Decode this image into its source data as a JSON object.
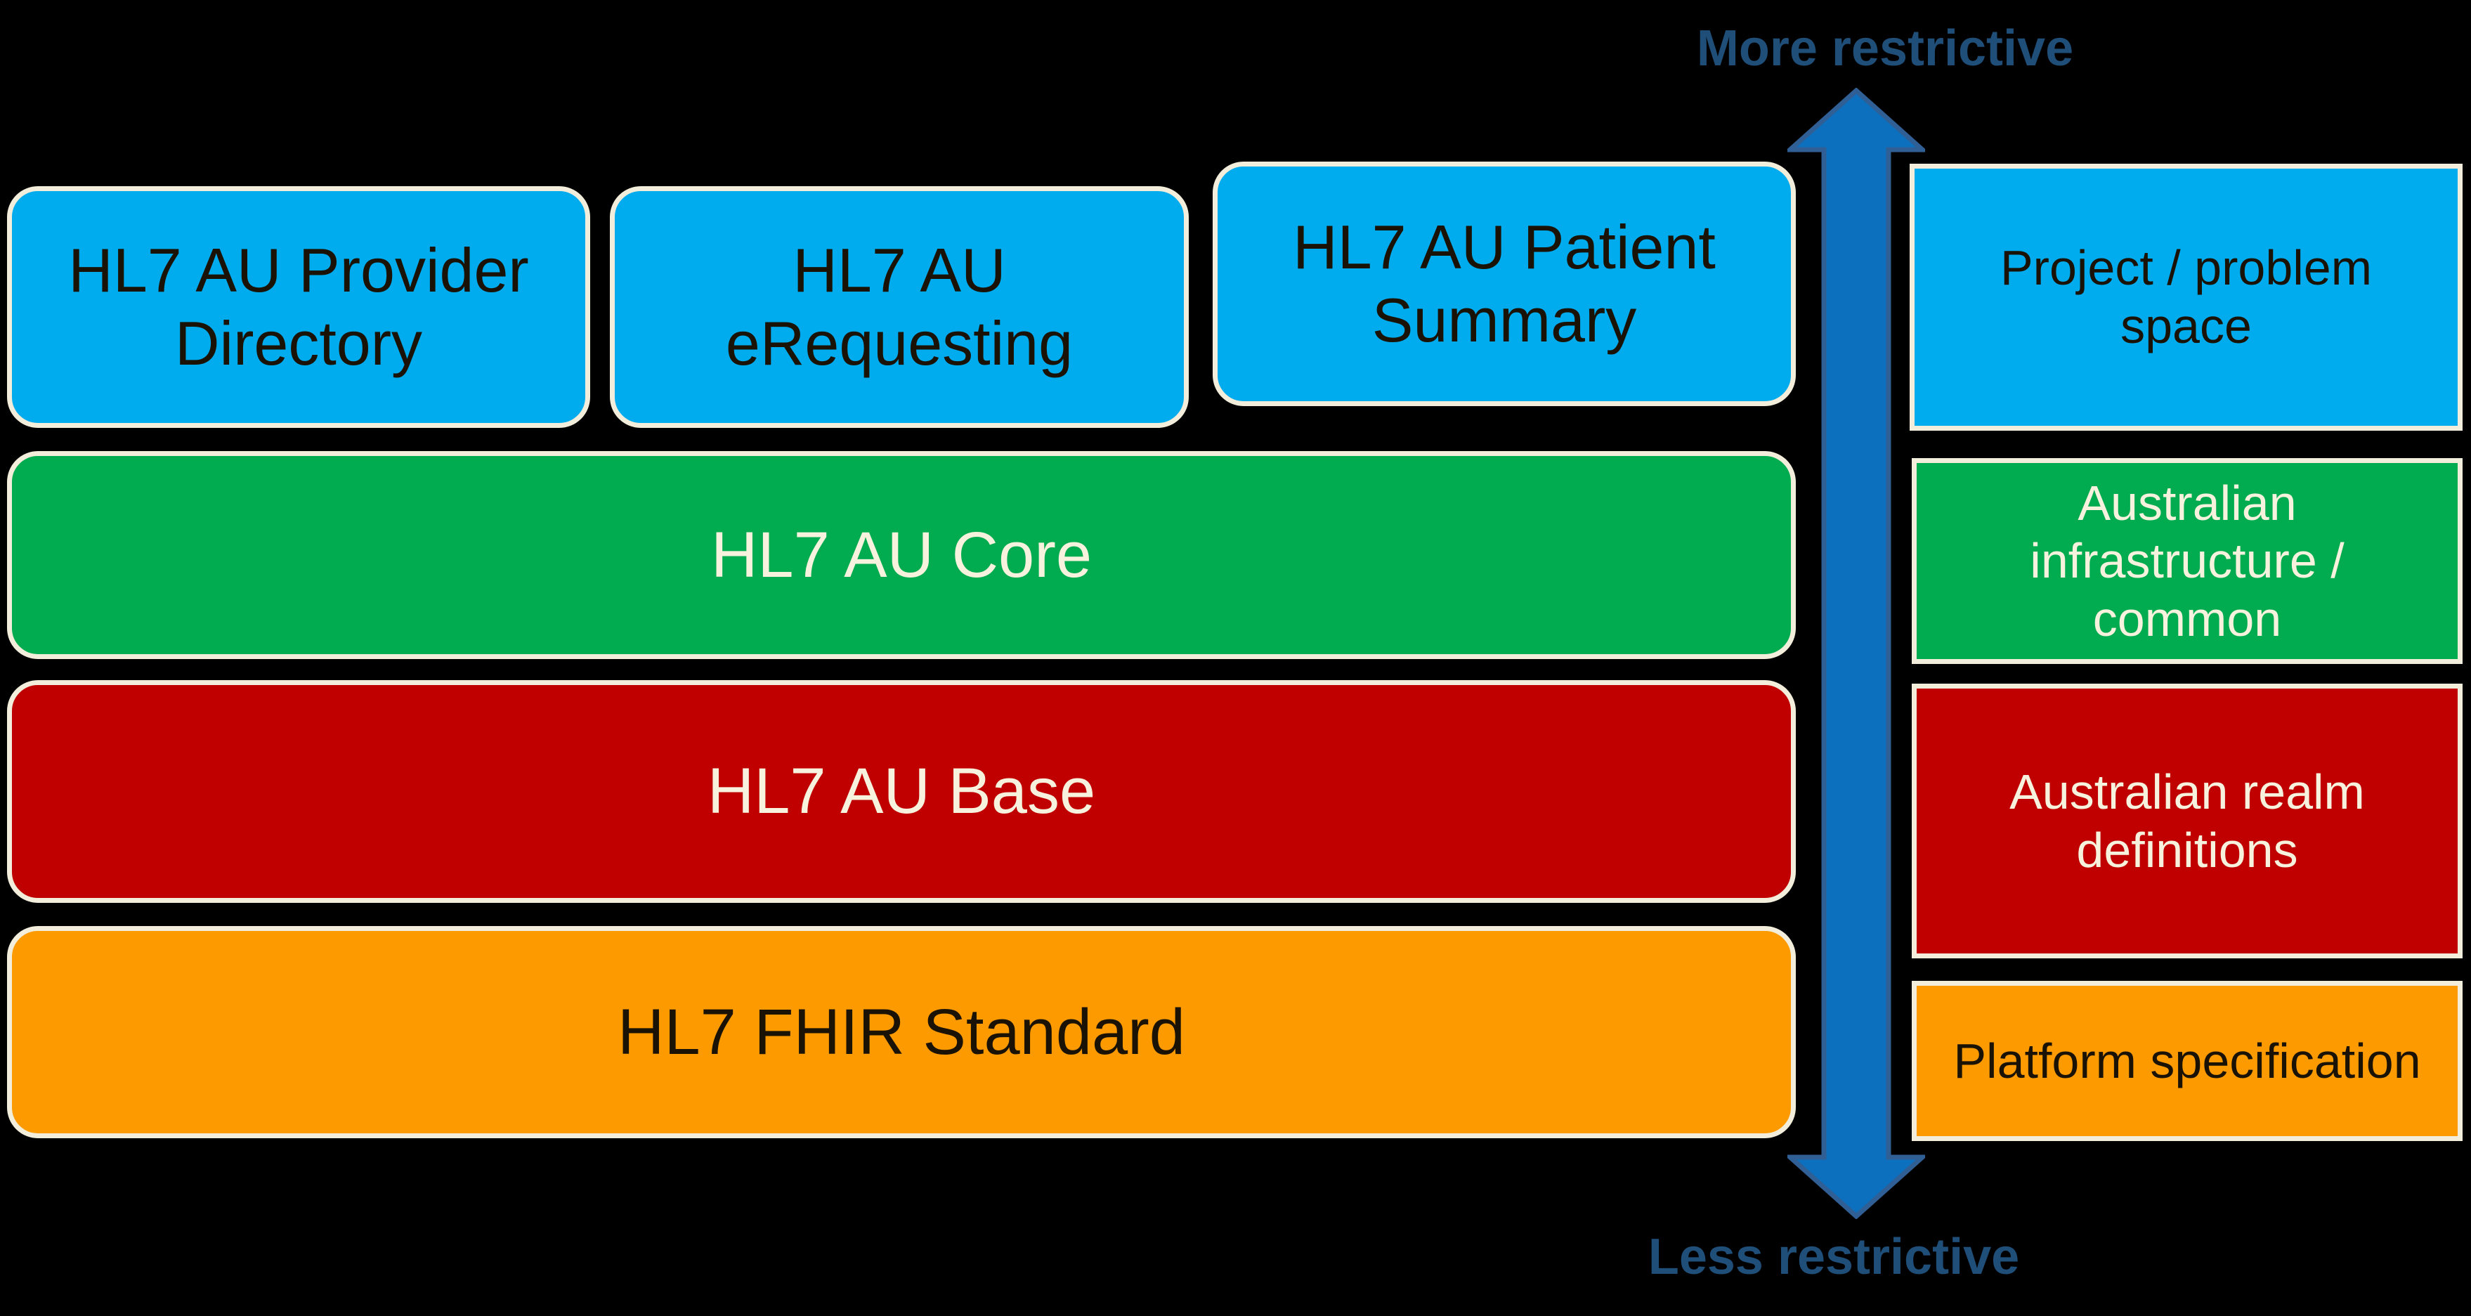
{
  "axis": {
    "more_label": "More restrictive",
    "less_label": "Less restrictive",
    "arrow_color": "#0C70BE",
    "arrow_border_color": "#2F5F94",
    "label_color": "#1F4E79"
  },
  "layers": {
    "project": {
      "boxes": [
        {
          "label": "HL7 AU Provider Directory"
        },
        {
          "label": "HL7 AU eRequesting"
        },
        {
          "label": "HL7 AU Patient Summary"
        }
      ],
      "category": "Project / problem space",
      "color": "#00ABEE"
    },
    "core": {
      "label": "HL7 AU Core",
      "category": "Australian infrastructure / common",
      "color": "#00AC4F"
    },
    "base": {
      "label": "HL7 AU Base",
      "category": "Australian realm definitions",
      "color": "#C00000"
    },
    "platform": {
      "label": "HL7 FHIR Standard",
      "category": "Platform specification",
      "color": "#FC9A00"
    }
  },
  "style": {
    "background": "#000000",
    "border_color": "#F2EEDB",
    "dark_text": "#1A1205",
    "light_text": "#F7F2DE"
  }
}
